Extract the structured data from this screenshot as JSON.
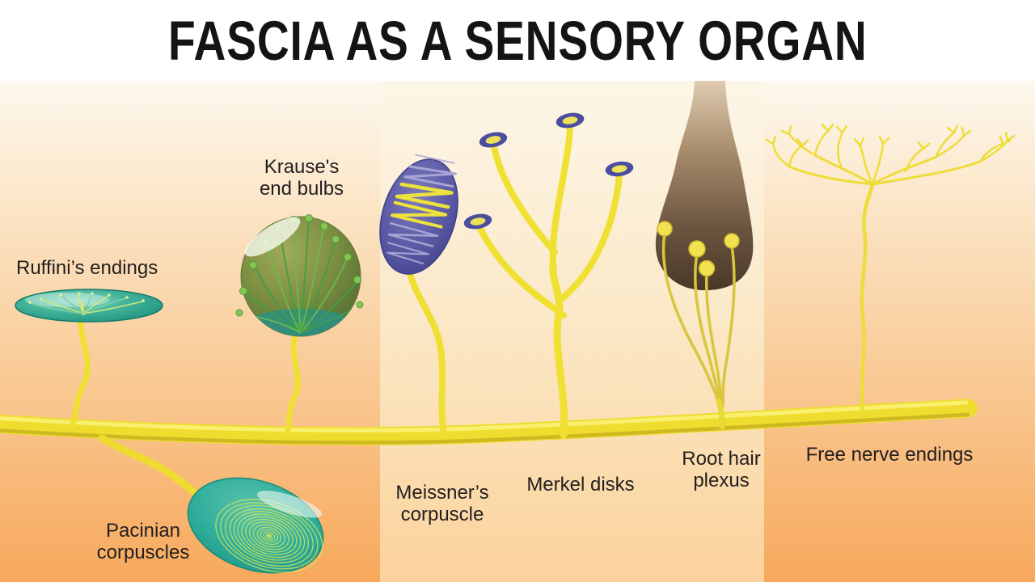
{
  "title": "FASCIA AS A SENSORY ORGAN",
  "receptors": {
    "ruffini": {
      "lines": [
        "Ruffini’s endings"
      ]
    },
    "krause": {
      "lines": [
        "Krause's",
        "end bulbs"
      ]
    },
    "pacinian": {
      "lines": [
        "Pacinian",
        "corpuscles"
      ]
    },
    "meissner": {
      "lines": [
        "Meissner’s",
        "corpuscle"
      ]
    },
    "merkel": {
      "lines": [
        "Merkel disks"
      ]
    },
    "root_hair": {
      "lines": [
        "Root hair",
        "plexus"
      ]
    },
    "free_nerve": {
      "lines": [
        "Free nerve endings"
      ]
    }
  },
  "colors": {
    "title_text": "#141414",
    "label_text": "#231f20",
    "background_top": "#fdf8ee",
    "background_bottom": "#f7a95c",
    "middle_panel_top": "#fcf6e8",
    "middle_panel_bottom": "#fbd29c",
    "nerve_yellow": "#eedd2e",
    "nerve_highlight": "#f8f276",
    "nerve_shadow": "#c6b01e",
    "ruffini_teal": "#2aa08b",
    "krause_olive": "#7d8f42",
    "krause_teal": "#2e8f82",
    "meissner_blue": "#55549f",
    "merkel_ring_blue": "#4b4da0",
    "merkel_center_yellow": "#ece35a",
    "follicle_brown_dark": "#4a3827",
    "follicle_tan_light": "#e0cbb1",
    "pacinian_teal": "#2fae9b",
    "pacinian_ring_green": "#cfe35a"
  }
}
